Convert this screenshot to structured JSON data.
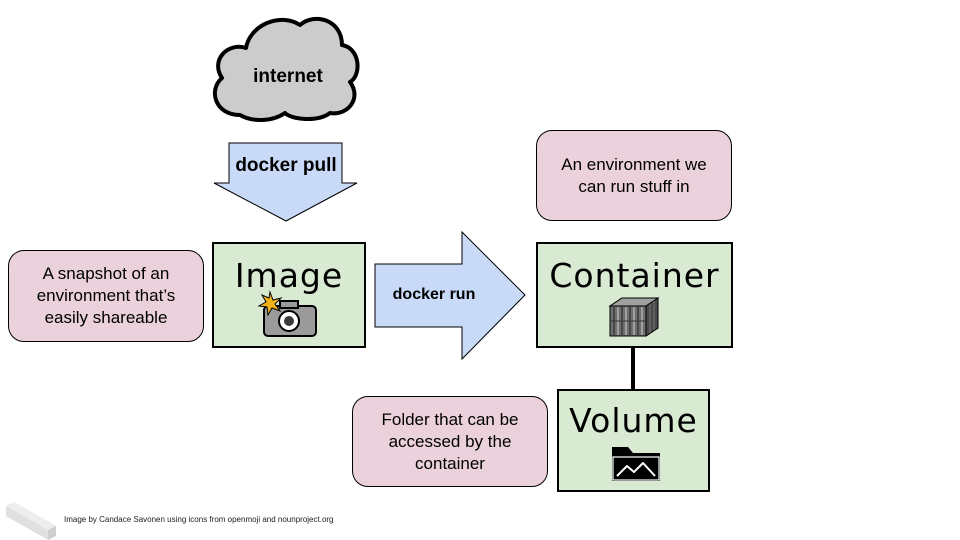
{
  "cloud": {
    "label": "internet"
  },
  "arrows": {
    "pull": "docker pull",
    "run": "docker run"
  },
  "boxes": {
    "image": "Image",
    "container": "Container",
    "volume": "Volume"
  },
  "notes": {
    "image": "A snapshot of an environment that’s easily shareable",
    "container": "An environment we can run stuff in",
    "volume": "Folder that can be accessed by the container"
  },
  "icons": {
    "image": "camera-flash-icon",
    "container": "shipping-container-icon",
    "volume": "image-folder-icon",
    "logo": "logo-icon"
  },
  "credit": "Image by Candace Savonen using icons from openmoji and nounproject.org",
  "colors": {
    "note_fill": "#ead1dc",
    "box_fill": "#d9ead3",
    "arrow_fill": "#c9daf8",
    "cloud_fill": "#cccccc"
  }
}
